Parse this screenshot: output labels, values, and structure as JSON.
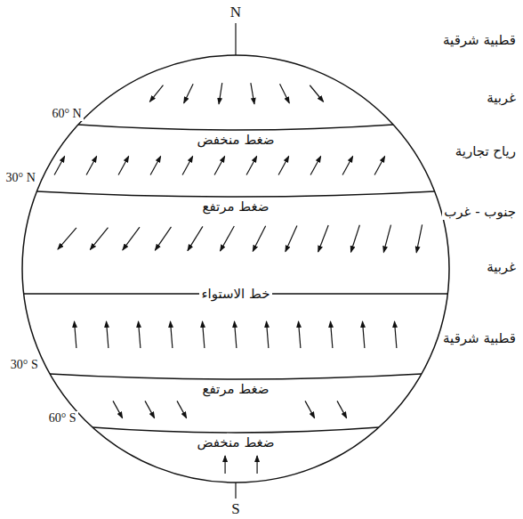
{
  "diagram": {
    "labels": [
      "N",
      "قطبية شرقية",
      "60° N",
      "ضغط منخفض",
      "غربية",
      "30° N",
      "رياح تجارية",
      "ضغط مرتفع",
      "جنوب - غرب",
      "خط الاستواء",
      "30° S",
      "غربية",
      "ضغط مرتفع",
      "قطبية شرقية",
      "60° S",
      "ضغط منخفض",
      "S"
    ]
  }
}
